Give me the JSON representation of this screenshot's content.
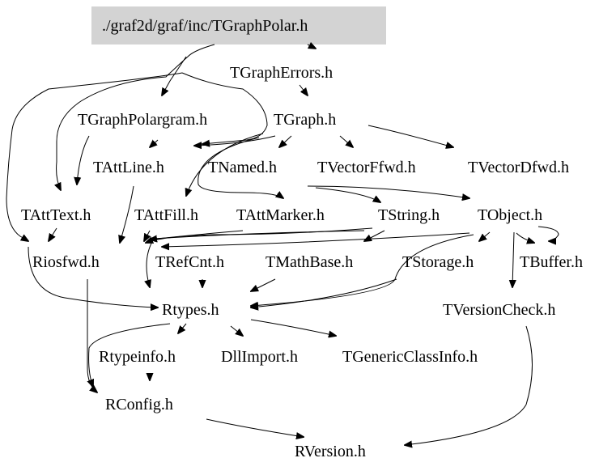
{
  "diagram": {
    "root": "./graf2d/graf/inc/TGraphPolar.h",
    "nodes": {
      "root": "./graf2d/graf/inc/TGraphPolar.h",
      "tgrapherrors": "TGraphErrors.h",
      "tgraphpolargram": "TGraphPolargram.h",
      "tgraph": "TGraph.h",
      "tattline": "TAttLine.h",
      "tnamed": "TNamed.h",
      "tvectorffwd": "TVectorFfwd.h",
      "tvectordfwd": "TVectorDfwd.h",
      "tatttext": "TAttText.h",
      "tattfill": "TAttFill.h",
      "tattmarker": "TAttMarker.h",
      "tstring": "TString.h",
      "tobject": "TObject.h",
      "riosfwd": "Riosfwd.h",
      "trefcnt": "TRefCnt.h",
      "tmathbase": "TMathBase.h",
      "tstorage": "TStorage.h",
      "tbuffer": "TBuffer.h",
      "rtypes": "Rtypes.h",
      "tversioncheck": "TVersionCheck.h",
      "rtypeinfo": "Rtypeinfo.h",
      "dllimport": "DllImport.h",
      "tgenericclassinfo": "TGenericClassInfo.h",
      "rconfig": "RConfig.h",
      "rversion": "RVersion.h"
    }
  }
}
